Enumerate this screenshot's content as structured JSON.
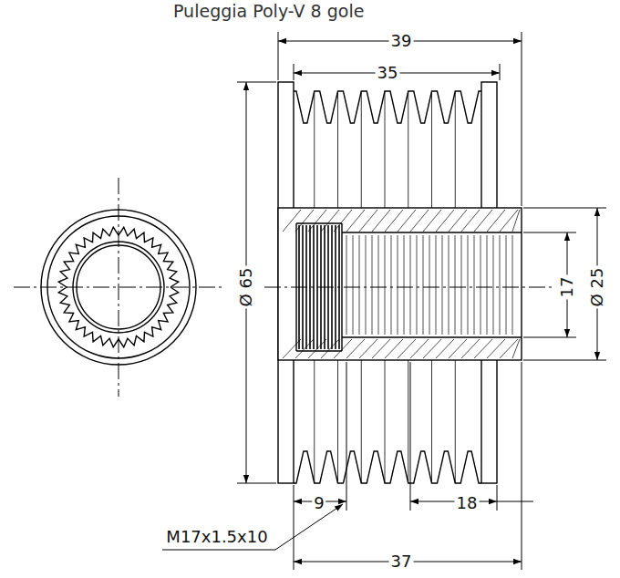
{
  "diagram": {
    "title": "Puleggia Poly-V 8 gole",
    "labels": [
      "39",
      "35",
      "Ø 65",
      "17",
      "Ø 25",
      "9",
      "18",
      "M17x1.5x10",
      "37"
    ]
  }
}
